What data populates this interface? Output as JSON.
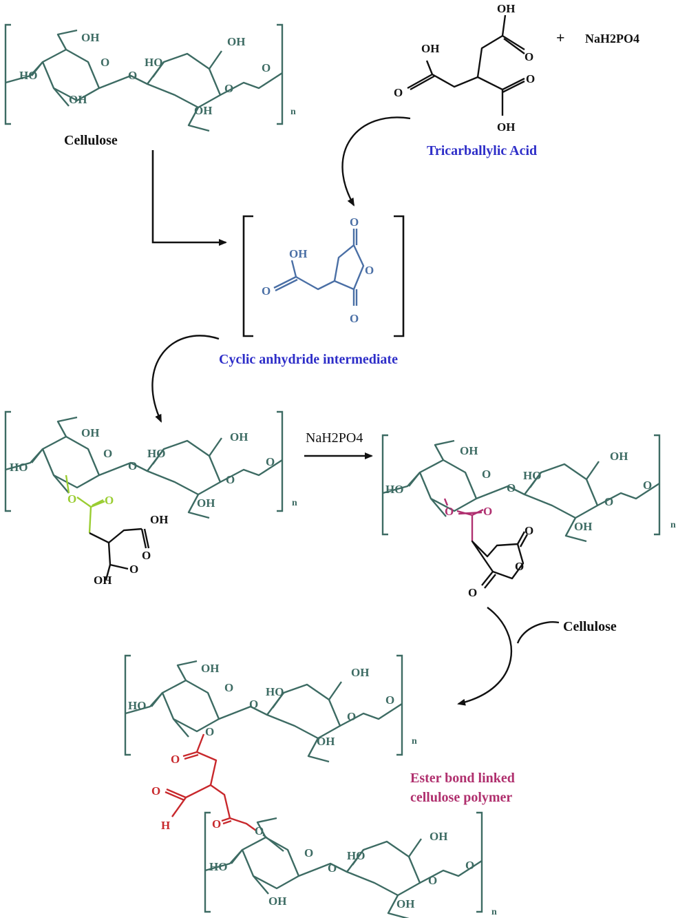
{
  "labels": {
    "cellulose": "Cellulose",
    "tricarballylic": "Tricarballylic Acid",
    "plus": "+",
    "reagent_top": "NaH2PO4",
    "cyclic": "Cyclic anhydride intermediate",
    "reagent_mid": "NaH2PO4",
    "cellulose_2": "Cellulose",
    "ester_line1": "Ester bond linked",
    "ester_line2": "cellulose polymer",
    "repeat_n": "n"
  },
  "atoms": {
    "oh": "OH",
    "ho": "HO",
    "o": "O",
    "h": "H"
  },
  "colors": {
    "cellulose": "#3d6b63",
    "acid": "#111111",
    "intermediate": "#4a6fa5",
    "label_blue": "#2e2ec8",
    "ester_green": "#9acd32",
    "ester_magenta": "#b03070",
    "crosslink_red": "#c8282c",
    "label_magenta": "#b0306e"
  }
}
